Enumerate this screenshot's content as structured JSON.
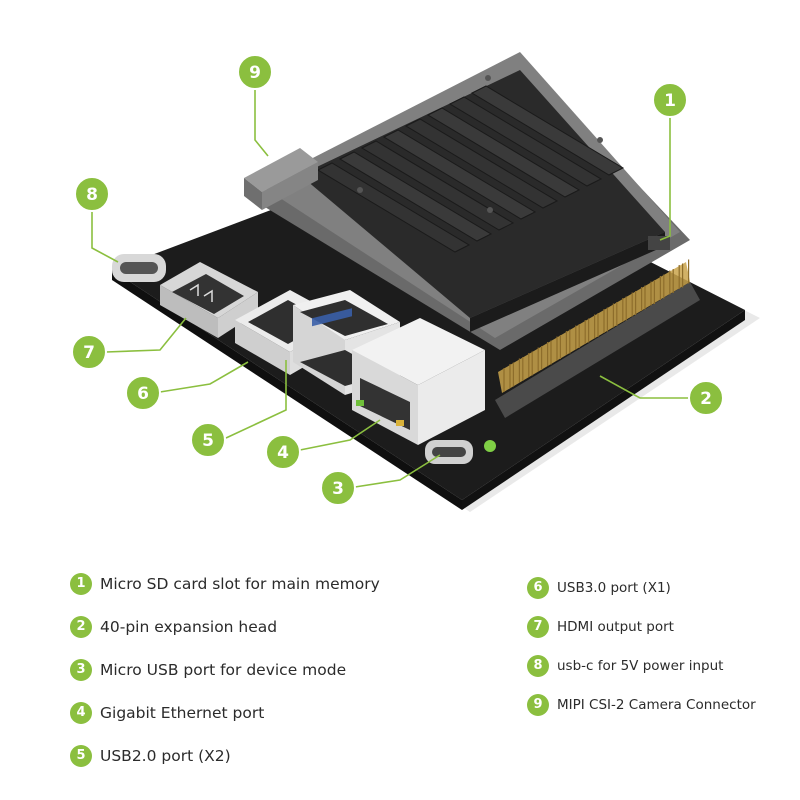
{
  "colors": {
    "accent": "#8bbf3f",
    "board": "#1c1c1c",
    "heatsink": "#2a2a2a",
    "port_silver": "#e3e3e3",
    "pins_gold": "#c9a34b"
  },
  "callouts": [
    {
      "number": "1",
      "target": "micro-sd-card-slot"
    },
    {
      "number": "2",
      "target": "40-pin-expansion-header"
    },
    {
      "number": "3",
      "target": "micro-usb-port"
    },
    {
      "number": "4",
      "target": "gigabit-ethernet-port"
    },
    {
      "number": "5",
      "target": "usb2-ports"
    },
    {
      "number": "6",
      "target": "usb3-port"
    },
    {
      "number": "7",
      "target": "hdmi-port"
    },
    {
      "number": "8",
      "target": "usb-c-power-port"
    },
    {
      "number": "9",
      "target": "csi-camera-connector"
    }
  ],
  "legend": {
    "left": [
      {
        "number": "1",
        "label": "Micro SD card slot for main memory"
      },
      {
        "number": "2",
        "label": "40-pin expansion head"
      },
      {
        "number": "3",
        "label": "Micro USB port for device mode"
      },
      {
        "number": "4",
        "label": "Gigabit Ethernet port"
      },
      {
        "number": "5",
        "label": "USB2.0 port (X2)"
      }
    ],
    "right": [
      {
        "number": "6",
        "label": "USB3.0 port (X1)"
      },
      {
        "number": "7",
        "label": "HDMI output port"
      },
      {
        "number": "8",
        "label": "usb-c for 5V power input"
      },
      {
        "number": "9",
        "label": "MIPI CSI-2 Camera Connector"
      }
    ]
  }
}
